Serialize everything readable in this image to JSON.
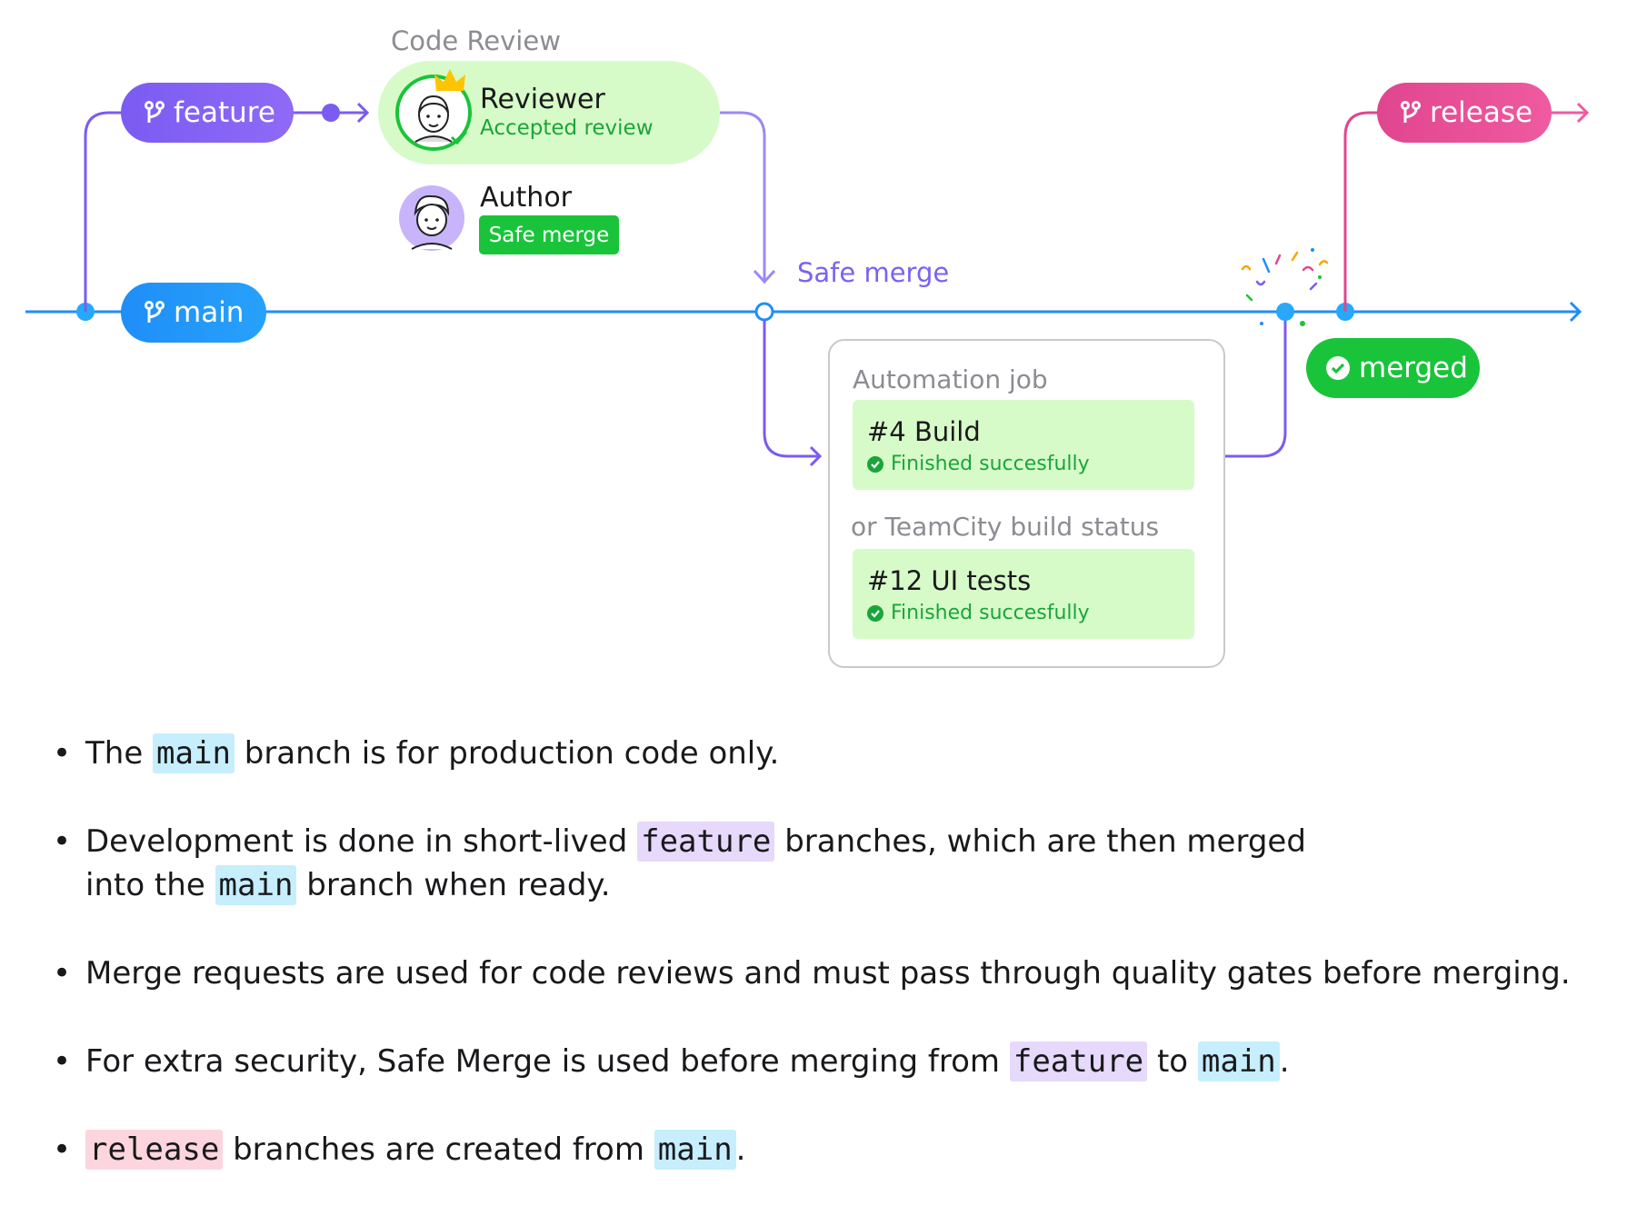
{
  "diagram": {
    "code_review_label": "Code Review",
    "branches": {
      "feature": "feature",
      "main": "main",
      "release": "release"
    },
    "reviewer": {
      "title": "Reviewer",
      "status": "Accepted review"
    },
    "author": {
      "title": "Author",
      "badge": "Safe merge"
    },
    "safe_merge_label": "Safe merge",
    "automation_label": "Automation job",
    "jobs": [
      {
        "title": "#4 Build",
        "status": "Finished succesfully"
      },
      {
        "title": "#12 UI tests",
        "status": "Finished succesfully"
      }
    ],
    "teamcity_label": "or TeamCity build status",
    "merged_label": "merged",
    "colors": {
      "feature": "#7b5bf2",
      "main": "#1f8ef8",
      "release": "#e0468f",
      "success": "#19c43a",
      "success_bg": "#d7fbc8"
    },
    "icons": [
      "git-branch-icon",
      "arrow-icon",
      "check-circle-icon",
      "confetti-icon"
    ]
  },
  "notes": [
    {
      "parts": [
        "The ",
        "main",
        " branch is for production code only."
      ]
    },
    {
      "parts": [
        "Development is done in short-lived ",
        "feature",
        " branches, which are then merged",
        "into the ",
        "main",
        " branch when ready."
      ]
    },
    {
      "parts": [
        "Merge requests are used for code reviews and must pass through quality gates before merging."
      ]
    },
    {
      "parts": [
        "For extra security, Safe Merge is used before merging from ",
        "feature",
        " to ",
        "main",
        "."
      ]
    },
    {
      "parts": [
        "release",
        " branches are created from ",
        "main",
        "."
      ]
    }
  ]
}
